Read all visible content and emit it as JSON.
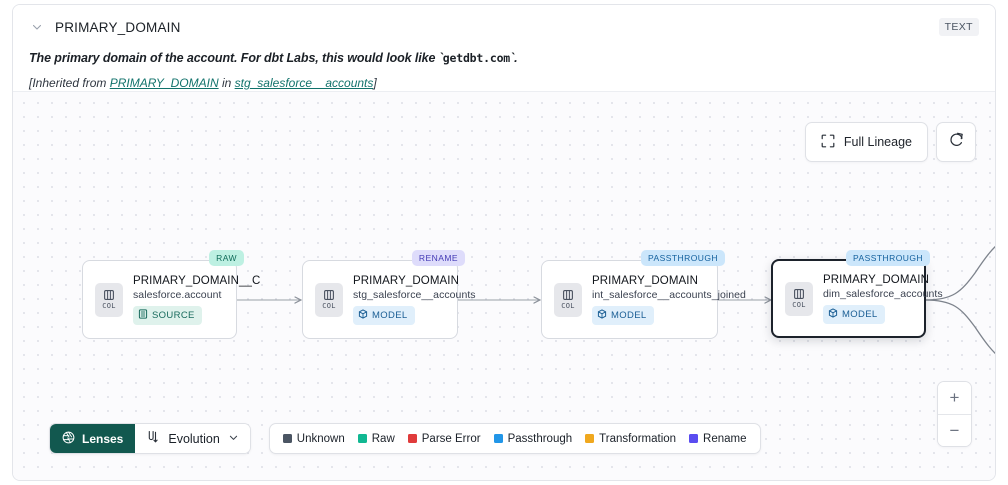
{
  "header": {
    "collapse_icon": "chevron-down-icon",
    "column_name": "PRIMARY_DOMAIN",
    "type_badge": "TEXT",
    "description_prefix": "The primary domain of the account. For dbt Labs, this would look like `",
    "description_code": "getdbt.com",
    "description_suffix": "`.",
    "inherited_prefix": "[Inherited from ",
    "inherited_link_1": "PRIMARY_DOMAIN",
    "inherited_middle": " in ",
    "inherited_link_2": "stg_salesforce__accounts",
    "inherited_suffix": "]"
  },
  "canvas": {
    "full_lineage_label": "Full Lineage",
    "full_lineage_icon": "expand-corners-icon",
    "refresh_icon": "refresh-icon",
    "zoom_in_label": "+",
    "zoom_out_label": "−"
  },
  "nodes": [
    {
      "tag": "RAW",
      "tag_class": "raw",
      "icon_label": "COL",
      "column": "PRIMARY_DOMAIN__C",
      "table": "salesforce.account",
      "pill_label": "SOURCE",
      "pill_class": "source",
      "pill_icon": "database-icon",
      "selected": false
    },
    {
      "tag": "RENAME",
      "tag_class": "rename",
      "icon_label": "COL",
      "column": "PRIMARY_DOMAIN",
      "table": "stg_salesforce__accounts",
      "pill_label": "MODEL",
      "pill_class": "model",
      "pill_icon": "cube-icon",
      "selected": false
    },
    {
      "tag": "PASSTHROUGH",
      "tag_class": "passthrough",
      "icon_label": "COL",
      "column": "PRIMARY_DOMAIN",
      "table": "int_salesforce__accounts_joined",
      "pill_label": "MODEL",
      "pill_class": "model",
      "pill_icon": "cube-icon",
      "selected": false
    },
    {
      "tag": "PASSTHROUGH",
      "tag_class": "passthrough",
      "icon_label": "COL",
      "column": "PRIMARY_DOMAIN",
      "table": "dim_salesforce_accounts",
      "pill_label": "MODEL",
      "pill_class": "model",
      "pill_icon": "cube-icon",
      "selected": true
    }
  ],
  "toolbar": {
    "lenses_label": "Lenses",
    "lenses_icon": "aperture-icon",
    "evolution_label": "Evolution",
    "evolution_icon": "evolution-flow-icon",
    "evolution_chevron": "chevron-down-icon"
  },
  "legend": {
    "items": [
      {
        "label": "Unknown",
        "color": "#4b5563"
      },
      {
        "label": "Raw",
        "color": "#11b892"
      },
      {
        "label": "Parse Error",
        "color": "#e03b3b"
      },
      {
        "label": "Passthrough",
        "color": "#2196e8"
      },
      {
        "label": "Transformation",
        "color": "#f0a81e"
      },
      {
        "label": "Rename",
        "color": "#5a4cf0"
      }
    ]
  }
}
